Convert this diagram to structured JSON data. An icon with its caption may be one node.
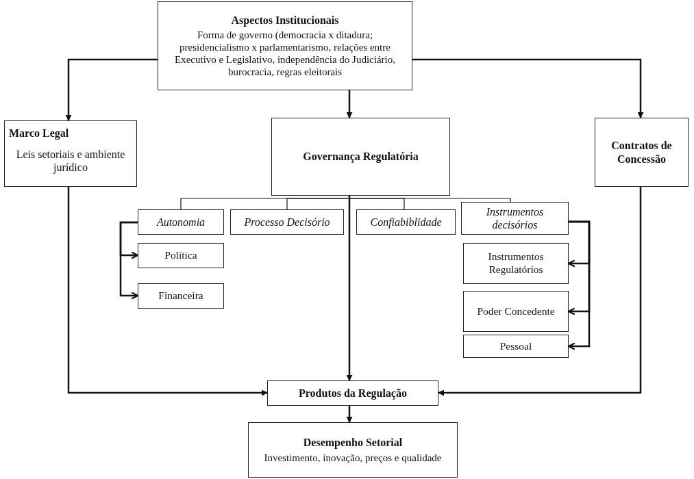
{
  "diagram": {
    "nodes": [
      {
        "text": [
          "Aspectos Institucionais",
          "Forma de governo (democracia x ditadura; presidencialismo x parlamentarismo, relações entre Executivo e Legislativo, independência do Judiciário, burocracia, regras eleitorais"
        ]
      },
      {
        "text": [
          "Marco Legal",
          "Leis setoriais e ambiente jurídico"
        ]
      },
      {
        "text": [
          "Governança Regulatória"
        ]
      },
      {
        "text": [
          "Contratos de Concessão"
        ]
      },
      {
        "text": [
          "Autonomia"
        ]
      },
      {
        "text": [
          "Processo Decisório"
        ]
      },
      {
        "text": [
          "Confiabiblidade"
        ]
      },
      {
        "text": [
          "Instrumentos decisórios"
        ]
      },
      {
        "text": [
          "Política"
        ]
      },
      {
        "text": [
          "Financeira"
        ]
      },
      {
        "text": [
          "Instrumentos Regulatórios"
        ]
      },
      {
        "text": [
          "Poder Concedente"
        ]
      },
      {
        "text": [
          "Pessoal"
        ]
      },
      {
        "text": [
          "Produtos da Regulação"
        ]
      },
      {
        "text": [
          "Desempenho Setorial",
          "Investimento, inovação, preços e qualidade"
        ]
      }
    ],
    "edges": [
      {
        "from": 0,
        "to": 1,
        "arrow": "to"
      },
      {
        "from": 0,
        "to": 2,
        "arrow": "to"
      },
      {
        "from": 0,
        "to": 3,
        "arrow": "to"
      },
      {
        "from": 2,
        "to": 4,
        "arrow": "none"
      },
      {
        "from": 2,
        "to": 5,
        "arrow": "none"
      },
      {
        "from": 2,
        "to": 6,
        "arrow": "none"
      },
      {
        "from": 2,
        "to": 7,
        "arrow": "none"
      },
      {
        "from": 4,
        "to": 8,
        "arrow": "to"
      },
      {
        "from": 4,
        "to": 9,
        "arrow": "to"
      },
      {
        "from": 7,
        "to": 10,
        "arrow": "to"
      },
      {
        "from": 7,
        "to": 11,
        "arrow": "to"
      },
      {
        "from": 7,
        "to": 12,
        "arrow": "to"
      },
      {
        "from": 2,
        "to": 13,
        "arrow": "to"
      },
      {
        "from": 1,
        "to": 13,
        "arrow": "to"
      },
      {
        "from": 3,
        "to": 13,
        "arrow": "to"
      },
      {
        "from": 13,
        "to": 14,
        "arrow": "to"
      }
    ]
  }
}
